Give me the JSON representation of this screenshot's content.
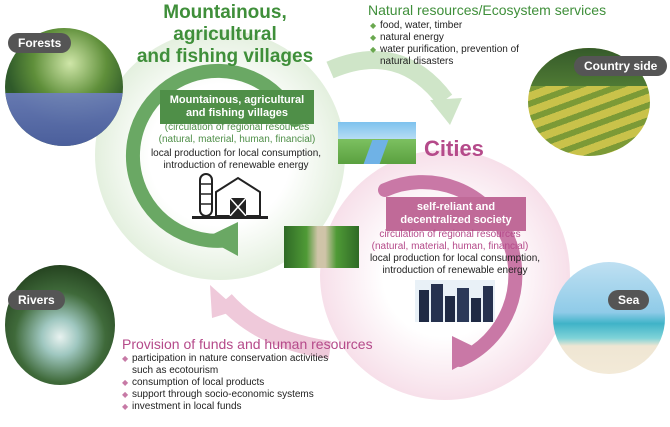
{
  "village": {
    "title_line1": "Mountainous, agricultural",
    "title_line2": "and fishing villages",
    "box_line1": "Mountainous, agricultural",
    "box_line2": "and fishing villages",
    "circ_line1": "(circulation of regional resources",
    "circ_line2": "(natural, material, human, financial)",
    "local_line1": "local production for local consumption,",
    "local_line2": "introduction of renewable energy"
  },
  "cities": {
    "title": "Cities",
    "box_line1": "self-reliant and",
    "box_line2": "decentralized society",
    "circ_line1": "circulation of regional resources",
    "circ_line2": "(natural, material, human, financial)",
    "local_line1": "local production for local consumption,",
    "local_line2": "introduction of renewable energy"
  },
  "services": {
    "heading": "Natural resources/Ecosystem services",
    "items": [
      "food, water, timber",
      "natural energy",
      "water purification, prevention of",
      "natural disasters"
    ]
  },
  "funds": {
    "heading": "Provision of funds and human resources",
    "items": [
      "participation in nature conservation activities",
      "such as ecotourism",
      "consumption of local products",
      "support through socio-economic systems",
      "investment in local funds"
    ]
  },
  "labels": {
    "forests": "Forests",
    "countryside": "Country side",
    "rivers": "Rivers",
    "sea": "Sea"
  },
  "colors": {
    "green": "#3f8f3a",
    "pink": "#b54a8a"
  },
  "icons": {
    "bullet": "◆"
  }
}
